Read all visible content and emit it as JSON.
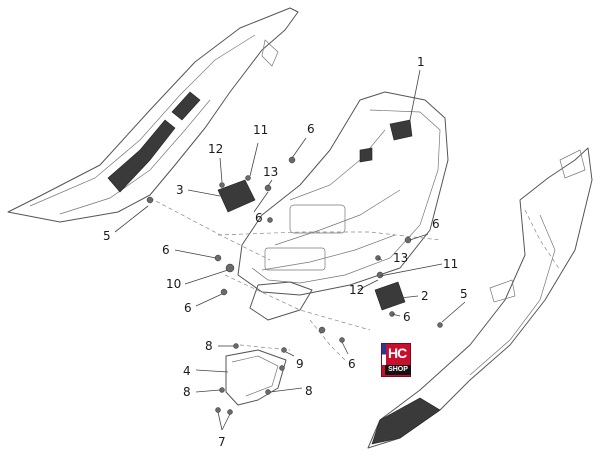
{
  "diagram": {
    "callouts": [
      {
        "id": "c1a",
        "label": "1"
      },
      {
        "id": "c2a",
        "label": "2"
      },
      {
        "id": "c3a",
        "label": "3"
      },
      {
        "id": "c4a",
        "label": "4"
      },
      {
        "id": "c5a",
        "label": "5"
      },
      {
        "id": "c5b",
        "label": "5"
      },
      {
        "id": "c6a",
        "label": "6"
      },
      {
        "id": "c6b",
        "label": "6"
      },
      {
        "id": "c6c",
        "label": "6"
      },
      {
        "id": "c6d",
        "label": "6"
      },
      {
        "id": "c6e",
        "label": "6"
      },
      {
        "id": "c6f",
        "label": "6"
      },
      {
        "id": "c6g",
        "label": "6"
      },
      {
        "id": "c7a",
        "label": "7"
      },
      {
        "id": "c8a",
        "label": "8"
      },
      {
        "id": "c8b",
        "label": "8"
      },
      {
        "id": "c8c",
        "label": "8"
      },
      {
        "id": "c9a",
        "label": "9"
      },
      {
        "id": "c10a",
        "label": "10"
      },
      {
        "id": "c11a",
        "label": "11"
      },
      {
        "id": "c11b",
        "label": "11"
      },
      {
        "id": "c12a",
        "label": "12"
      },
      {
        "id": "c12b",
        "label": "12"
      },
      {
        "id": "c13a",
        "label": "13"
      },
      {
        "id": "c13b",
        "label": "13"
      }
    ]
  },
  "watermark": {
    "logo_text": "HC",
    "logo_subtext": "SHOP",
    "colors": {
      "primary": "#c8102e",
      "band": "#111111"
    }
  }
}
